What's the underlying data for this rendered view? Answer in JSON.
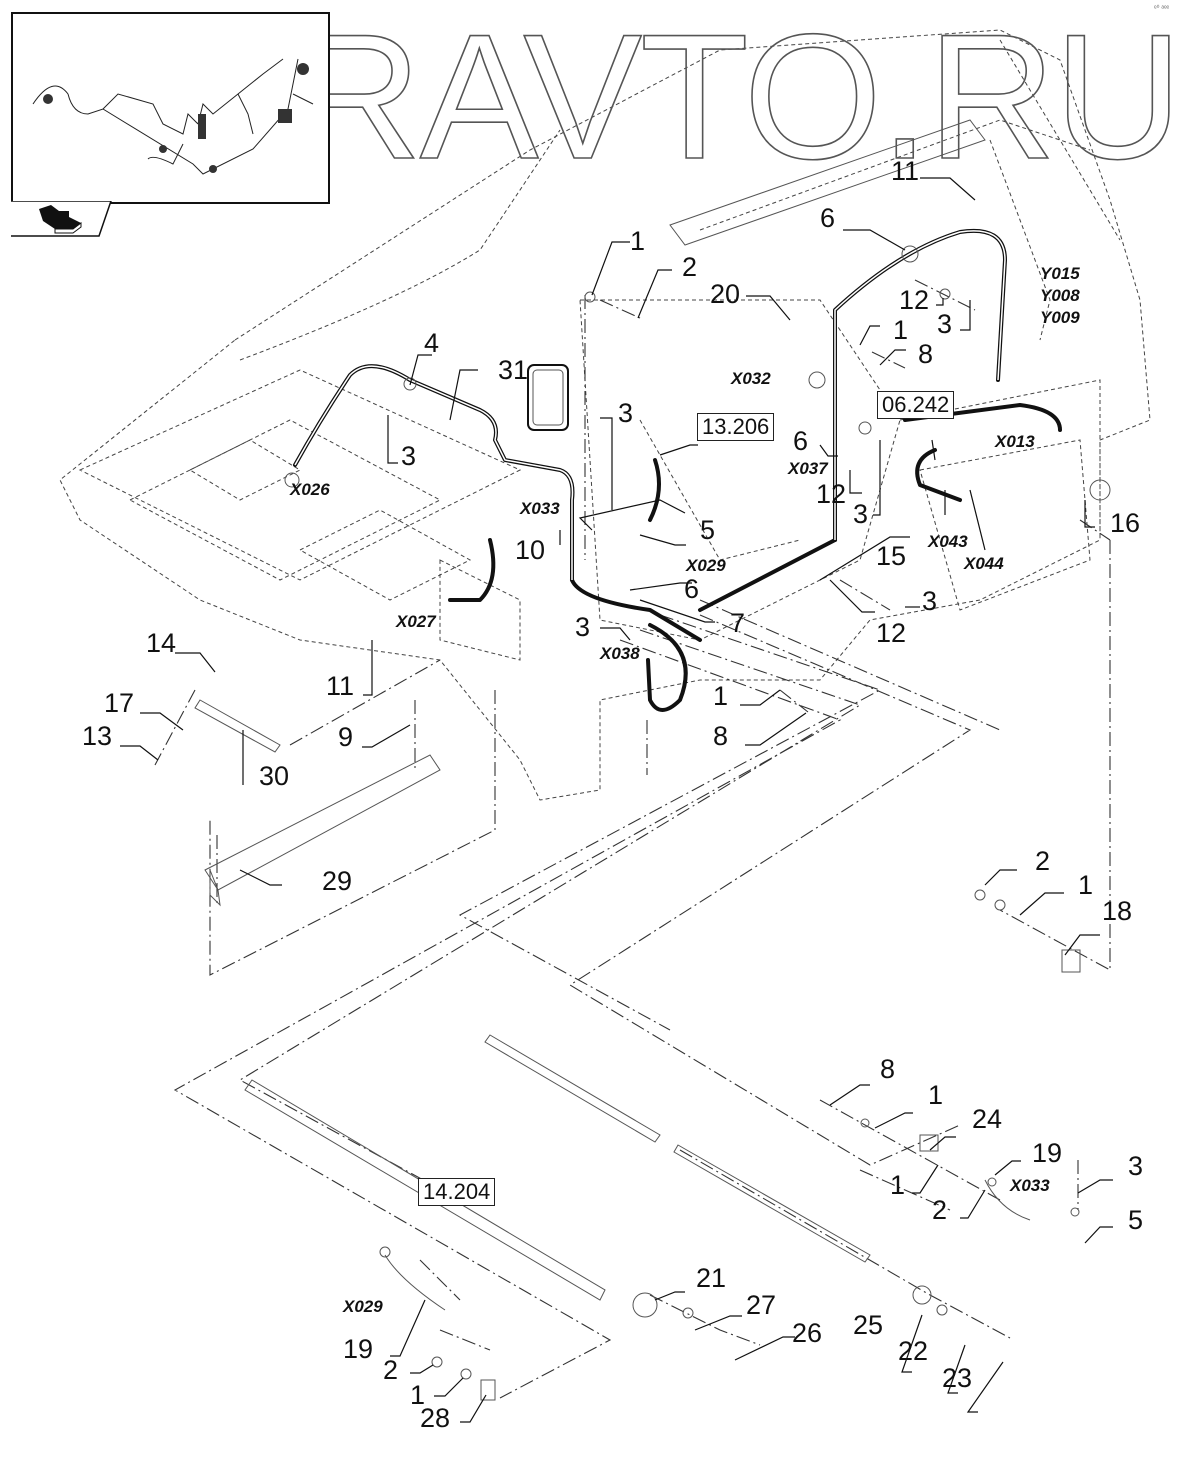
{
  "watermark": "ZURAVTO.RU",
  "corner_code": "ᵉ⁰ ᵃᵉᵉ",
  "thumbnail": {
    "label": "overview-thumbnail",
    "nav_icon": "back-arrow-icon"
  },
  "reference_boxes": [
    "13.206",
    "06.242",
    "14.204"
  ],
  "callouts": {
    "c1": "1",
    "c2": "2",
    "c3": "3",
    "c4": "4",
    "c5": "5",
    "c6": "6",
    "c7": "7",
    "c8": "8",
    "c9": "9",
    "c10": "10",
    "c11": "11",
    "c12": "12",
    "c13": "13",
    "c14": "14",
    "c15": "15",
    "c16": "16",
    "c17": "17",
    "c18": "18",
    "c19": "19",
    "c20": "20",
    "c21": "21",
    "c22": "22",
    "c23": "23",
    "c24": "24",
    "c25": "25",
    "c26": "26",
    "c27": "27",
    "c28": "28",
    "c29": "29",
    "c30": "30",
    "c31": "31"
  },
  "connectors": {
    "x013": "X013",
    "x026": "X026",
    "x027": "X027",
    "x029": "X029",
    "x032": "X032",
    "x033": "X033",
    "x037": "X037",
    "x038": "X038",
    "x043": "X043",
    "x044": "X044",
    "y015": "Y015",
    "y008": "Y008",
    "y009": "Y009"
  }
}
